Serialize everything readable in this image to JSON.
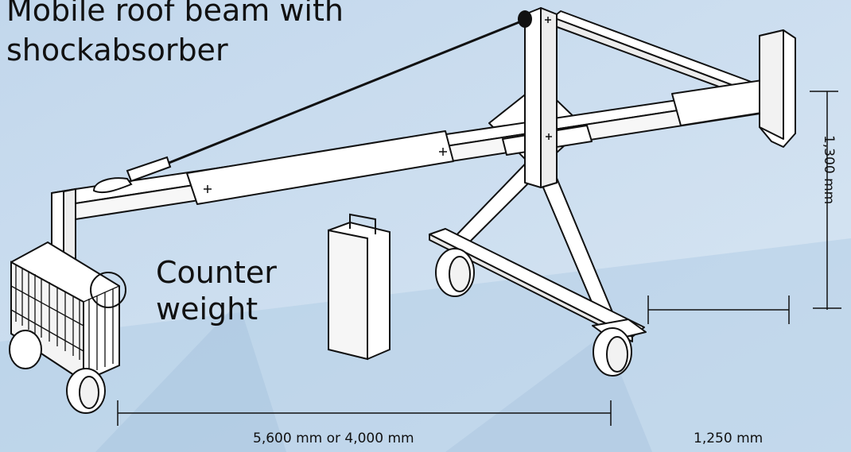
{
  "title": {
    "line1": "Mobile roof beam with",
    "line2": "shockabsorber"
  },
  "counterweight_label": {
    "line1": "Counter",
    "line2": "weight"
  },
  "dimensions": {
    "length": "5,600 mm or 4,000 mm",
    "base": "1,250 mm",
    "height": "1,300 mm"
  }
}
